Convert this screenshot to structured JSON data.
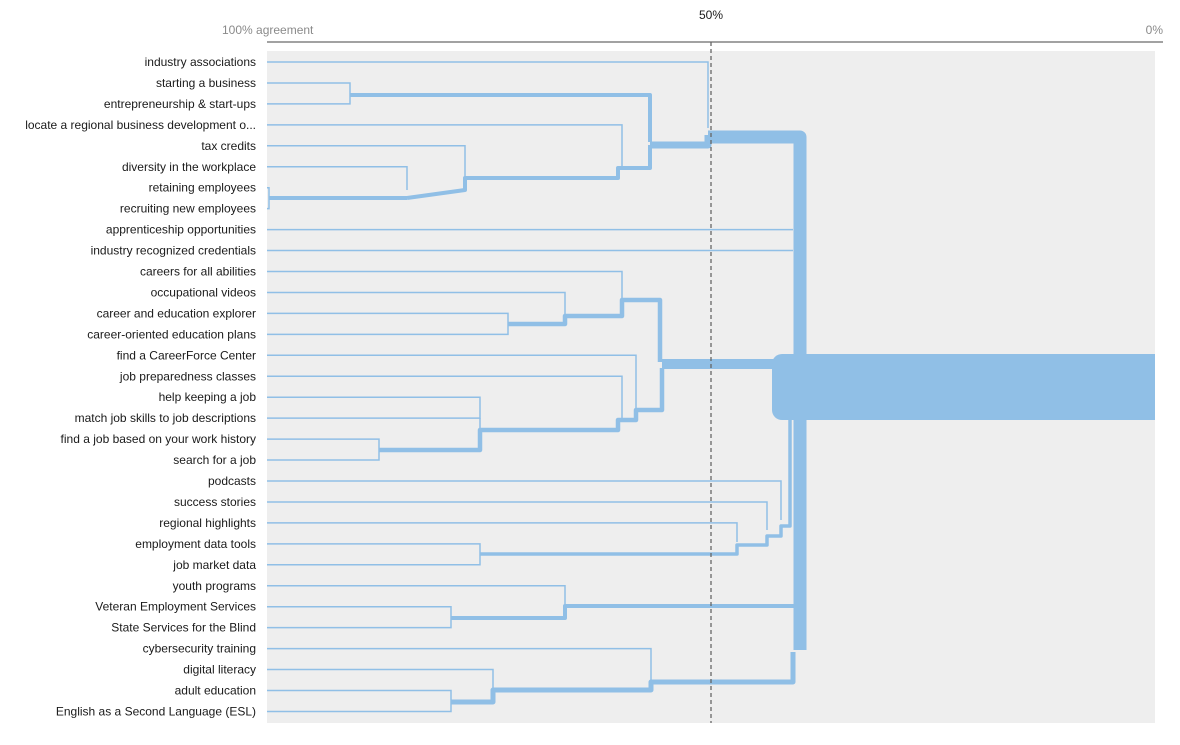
{
  "header": {
    "left_label": "100% agreement",
    "mid_label": "50%",
    "right_label": "0%"
  },
  "colors": {
    "link": "#90bfe6",
    "background_panel": "#eeeeee",
    "axis_line": "#444444",
    "left_label_text": "#8a8a8a",
    "dark_text": "#1a1a1a"
  },
  "chart_data": {
    "type": "dendrogram",
    "axis": {
      "left": "100% agreement",
      "middle": "50%",
      "right": "0%",
      "reference_line": "50%"
    },
    "leaves": [
      "industry associations",
      "starting a business",
      "entrepreneurship & start-ups",
      "locate a regional business development o...",
      "tax credits",
      "diversity in the workplace",
      "retaining employees",
      "recruiting new employees",
      "apprenticeship opportunities",
      "industry recognized credentials",
      "careers for all abilities",
      "occupational videos",
      "career and education explorer",
      "career-oriented education plans",
      "find a CareerForce Center",
      "job preparedness classes",
      "help keeping a job",
      "match job skills to job descriptions",
      "find a job based on your work history",
      "search for a job",
      "podcasts",
      "success stories",
      "regional highlights",
      "employment data tools",
      "job market data",
      "youth programs",
      "Veteran Employment Services",
      "State Services for the Blind",
      "cybersecurity training",
      "digital literacy",
      "adult education",
      "English as a Second Language (ESL)"
    ]
  }
}
